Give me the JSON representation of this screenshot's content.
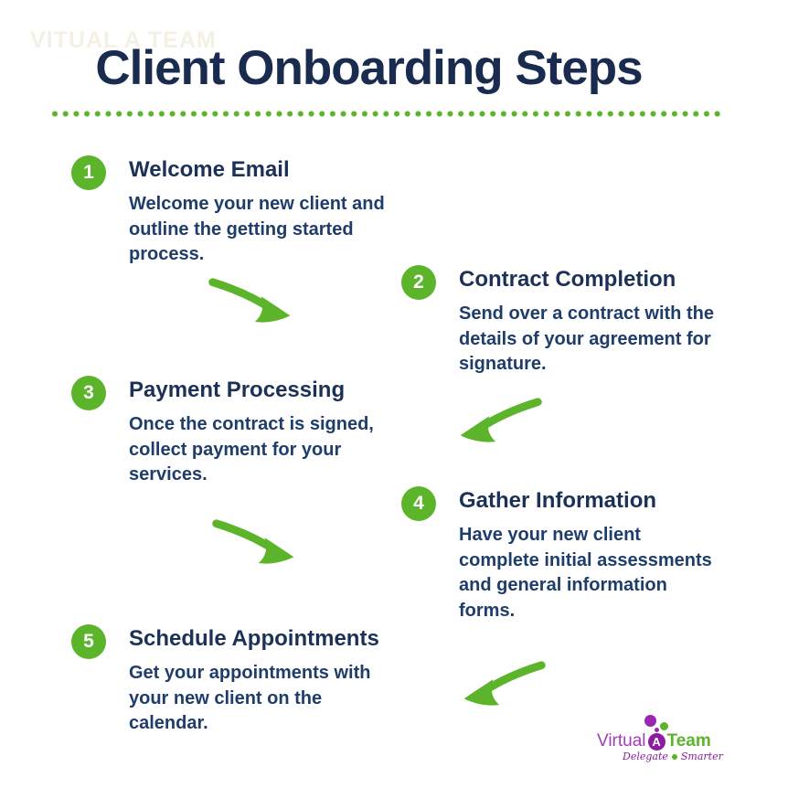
{
  "watermark": "VITUAL A TEAM",
  "title": "Client Onboarding Steps",
  "steps": [
    {
      "number": "1",
      "heading": "Welcome Email",
      "body": "Welcome your new client and\noutline the getting started\nprocess."
    },
    {
      "number": "2",
      "heading": "Contract Completion",
      "body": "Send over a contract with the\ndetails of your agreement for\nsignature."
    },
    {
      "number": "3",
      "heading": "Payment Processing",
      "body": "Once the contract is signed,\ncollect payment for your\nservices."
    },
    {
      "number": "4",
      "heading": "Gather Information",
      "body": "Have your new client\ncomplete initial assessments\nand general information\nforms."
    },
    {
      "number": "5",
      "heading": "Schedule Appointments",
      "body": "Get your appointments with\nyour new client on the\ncalendar."
    }
  ],
  "arrows": [
    {
      "icon": "arrow-right-icon"
    },
    {
      "icon": "arrow-left-icon"
    },
    {
      "icon": "arrow-right-icon"
    },
    {
      "icon": "arrow-left-icon"
    }
  ],
  "logo": {
    "word1": "Virtual",
    "letter": "A",
    "word2": "Team",
    "tagline_left": "Delegate",
    "tagline_right": "Smarter"
  },
  "colors": {
    "green": "#5cb42b",
    "navy_title": "#1a2b50",
    "navy_heading": "#1c3158",
    "navy_body": "#1f3d6b",
    "watermark": "#f3f1e4",
    "purple": "#9b27b0",
    "purple_dark": "#8c1d9e",
    "background": "#ffffff"
  }
}
